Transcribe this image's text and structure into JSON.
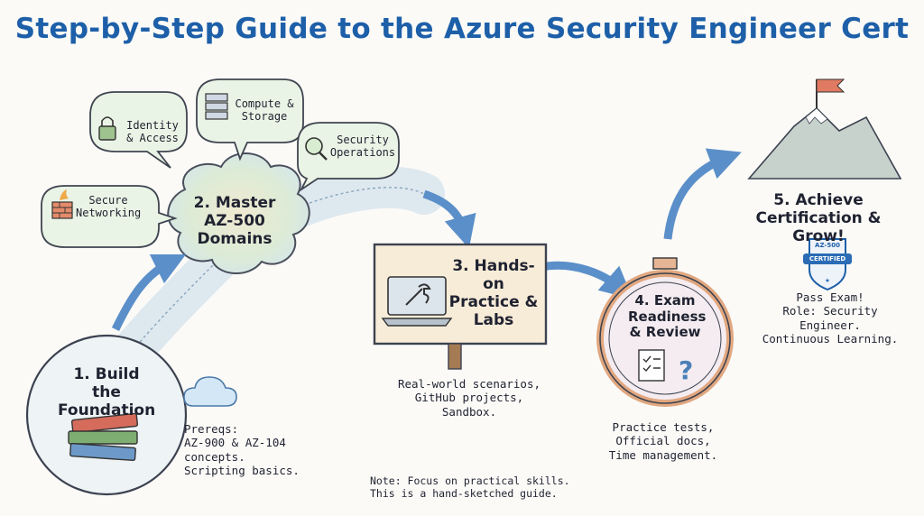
{
  "title": "Step-by-Step Guide to the Azure Security Engineer Cert",
  "steps": [
    {
      "label": "1. Build the Foundation",
      "note": "Prereqs:\nAZ-900 & AZ-104\nconcepts.\nScripting basics."
    },
    {
      "label": "2. Master AZ-500 Domains"
    },
    {
      "label": "3. Hands-on Practice & Labs",
      "note": "Real-world scenarios,\nGitHub projects,\nSandbox."
    },
    {
      "label": "4. Exam Readiness & Review",
      "note": "Practice tests,\nOfficial docs,\nTime management."
    },
    {
      "label": "5. Achieve Certification & Grow!",
      "note": "Pass Exam!\nRole: Security Engineer.\nContinuous Learning."
    }
  ],
  "domains": [
    "Identity & Access",
    "Compute & Storage",
    "Security Operations",
    "Secure Networking"
  ],
  "badge": {
    "top": "AZ-500",
    "label": "CERTIFIED"
  },
  "footer_note": "Note: Focus on practical skills.\nThis is a hand-sketched guide.",
  "colors": {
    "title": "#1d5fa8",
    "arrow": "#5b8fc9",
    "bubble_fill": "#eaf4e6",
    "sign_fill": "#f7ecd8"
  },
  "icons": [
    "lock-icon",
    "server-icon",
    "magnifier-shield-icon",
    "firewall-icon",
    "books-icon",
    "cloud-icon",
    "laptop-wrench-icon",
    "stopwatch-icon",
    "checklist-icon",
    "mountain-flag-icon",
    "certified-badge-icon"
  ]
}
